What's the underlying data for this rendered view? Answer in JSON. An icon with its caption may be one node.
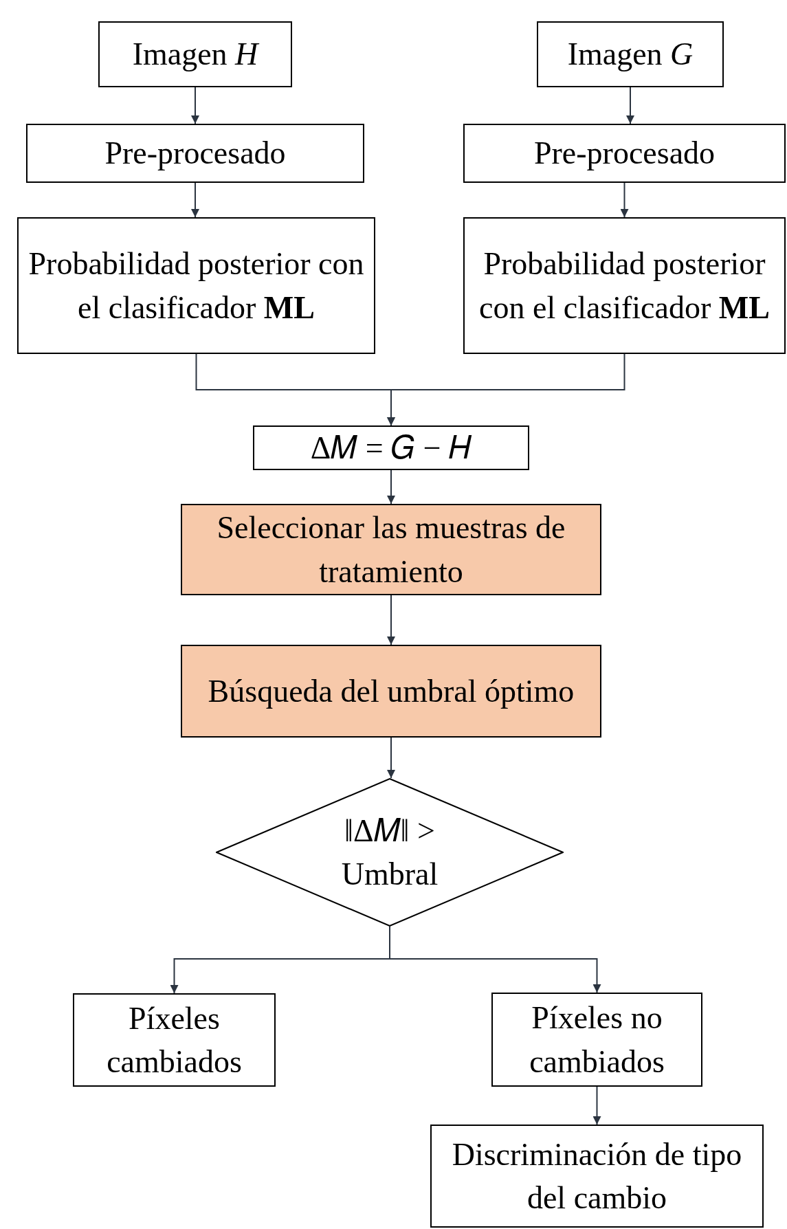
{
  "diagram": {
    "nodes": [
      {
        "text": [
          "Imagen *H*"
        ]
      },
      {
        "text": [
          "Imagen *G*"
        ]
      },
      {
        "text": [
          "Pre-procesado"
        ]
      },
      {
        "text": [
          "Pre-procesado"
        ]
      },
      {
        "text": [
          "Probabilidad posterior con el clasificador **ML**"
        ]
      },
      {
        "text": [
          "Probabilidad posterior con el clasificador **ML**"
        ]
      },
      {
        "text": [
          "Δ𝑀 = 𝐺  − 𝐻"
        ]
      },
      {
        "text": [
          "Seleccionar las muestras de tratamiento"
        ]
      },
      {
        "text": [
          "Búsqueda del umbral óptimo"
        ]
      },
      {
        "text": [
          "‖Δ𝑀‖ > Umbral"
        ]
      },
      {
        "text": [
          "Píxeles cambiados"
        ]
      },
      {
        "text": [
          "Píxeles no cambiados"
        ]
      },
      {
        "text": [
          "Discriminación de tipo del cambio"
        ]
      }
    ],
    "edges": [
      {
        "from": 0,
        "to": 2,
        "arrow": "to"
      },
      {
        "from": 1,
        "to": 3,
        "arrow": "to"
      },
      {
        "from": 2,
        "to": 4,
        "arrow": "to"
      },
      {
        "from": 3,
        "to": 5,
        "arrow": "to"
      },
      {
        "from": 4,
        "to": 6,
        "arrow": "to"
      },
      {
        "from": 5,
        "to": 6,
        "arrow": "to"
      },
      {
        "from": 6,
        "to": 7,
        "arrow": "to"
      },
      {
        "from": 7,
        "to": 8,
        "arrow": "to"
      },
      {
        "from": 8,
        "to": 9,
        "arrow": "to"
      },
      {
        "from": 9,
        "to": 10,
        "arrow": "to"
      },
      {
        "from": 9,
        "to": 11,
        "arrow": "to"
      },
      {
        "from": 11,
        "to": 12,
        "arrow": "to"
      }
    ]
  }
}
